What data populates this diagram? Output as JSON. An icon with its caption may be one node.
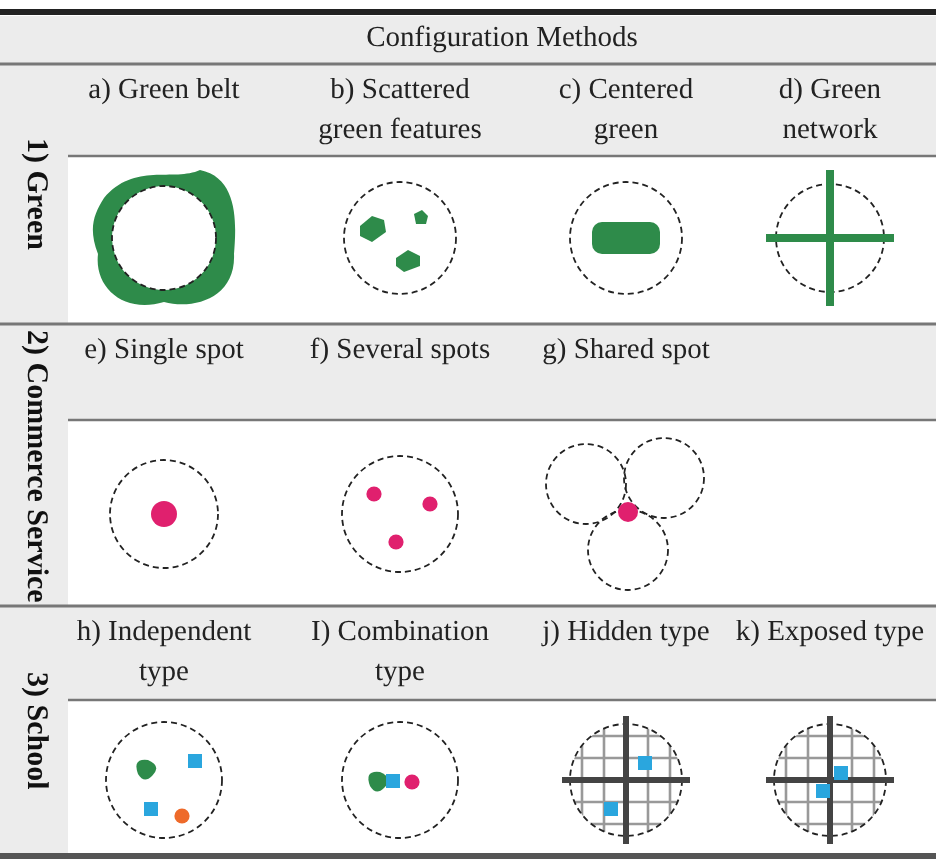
{
  "diagram": {
    "title": "Configuration Methods",
    "labels": [
      "1) Green",
      "a) Green belt",
      "b) Scattered green features",
      "c) Centered green",
      "d) Green network",
      "2) Commerce Service",
      "e) Single spot",
      "f) Several spots",
      "g) Shared spot",
      "3) School",
      "h) Independent type",
      "I) Combination type",
      "j) Hidden type",
      "k) Exposed type"
    ]
  }
}
